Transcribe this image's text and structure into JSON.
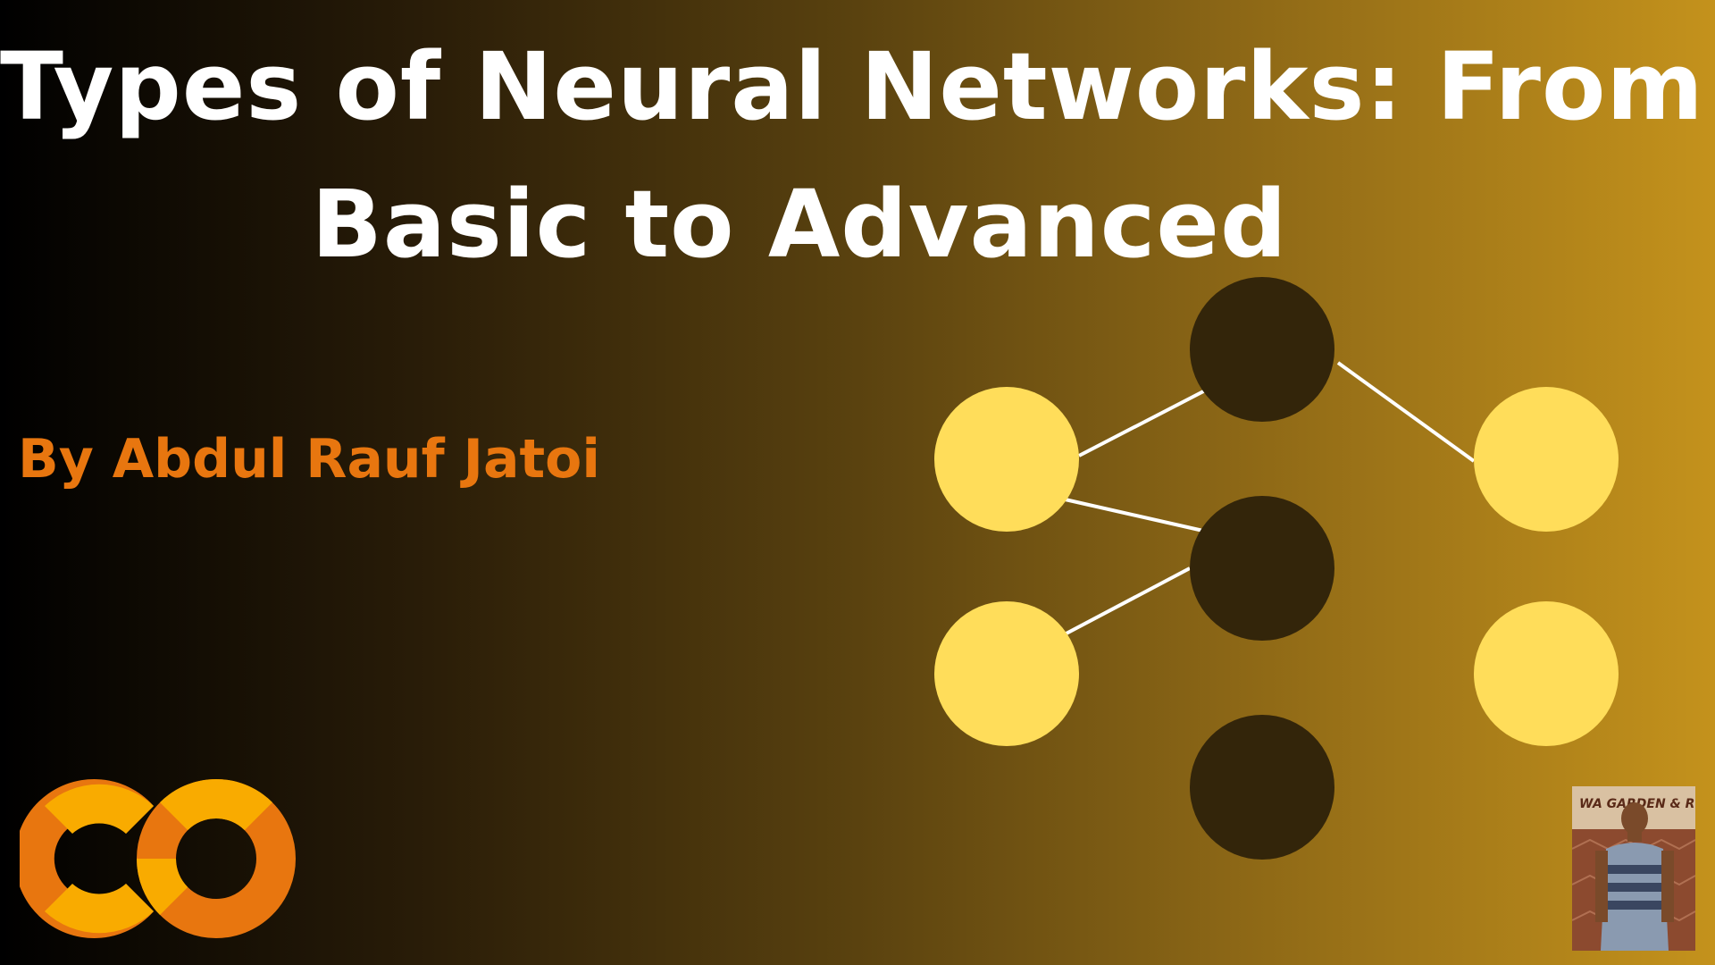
{
  "title": {
    "line1": "Types of Neural Networks: From",
    "line2": "Basic to Advanced"
  },
  "author": "By Abdul Rauf Jatoi",
  "colors": {
    "title": "#ffffff",
    "author": "#e8760f",
    "node_light": "#ffdd5a",
    "node_dark": "#33250a",
    "edge": "#ffffff",
    "logo_orange": "#e8760f",
    "logo_yellow": "#f9ab00"
  },
  "logo": {
    "icon": "colab-logo-icon"
  },
  "photo": {
    "icon": "author-photo",
    "banner_text": "WA GARDEN & R"
  }
}
